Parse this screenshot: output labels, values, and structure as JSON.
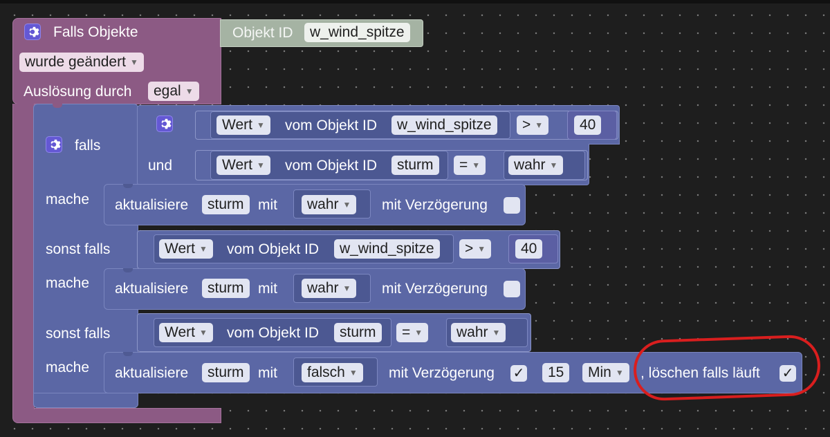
{
  "trigger": {
    "title": "Falls Objekte",
    "object_id_label": "Objekt ID",
    "object_id_value": "w_wind_spitze",
    "change_mode": "wurde geändert",
    "trigger_label": "Auslösung durch",
    "trigger_value": "egal"
  },
  "if_block": {
    "if_label": "falls",
    "and_label": "und",
    "do_label": "mache",
    "else_if_label": "sonst falls"
  },
  "conditions": [
    {
      "property": "Wert",
      "of_object_label": "vom Objekt ID",
      "object": "w_wind_spitze",
      "operator": ">",
      "value": "40"
    },
    {
      "property": "Wert",
      "of_object_label": "vom Objekt ID",
      "object": "sturm",
      "operator": "=",
      "value": "wahr"
    },
    {
      "property": "Wert",
      "of_object_label": "vom Objekt ID",
      "object": "w_wind_spitze",
      "operator": ">",
      "value": "40"
    },
    {
      "property": "Wert",
      "of_object_label": "vom Objekt ID",
      "object": "sturm",
      "operator": "=",
      "value": "wahr"
    }
  ],
  "actions": [
    {
      "update_label": "aktualisiere",
      "object": "sturm",
      "with_label": "mit",
      "value": "wahr",
      "delay_label": "mit Verzögerung",
      "delay_checked": ""
    },
    {
      "update_label": "aktualisiere",
      "object": "sturm",
      "with_label": "mit",
      "value": "wahr",
      "delay_label": "mit Verzögerung",
      "delay_checked": ""
    },
    {
      "update_label": "aktualisiere",
      "object": "sturm",
      "with_label": "mit",
      "value": "falsch",
      "delay_label": "mit Verzögerung",
      "delay_checked": "✓",
      "delay_value": "15",
      "delay_unit": "Min",
      "clear_label": ", löschen falls läuft",
      "clear_checked": "✓"
    }
  ],
  "colors": {
    "annotation": "#d91e1e",
    "trigger_block": "#8c5a84",
    "logic_block": "#5b67a5"
  }
}
